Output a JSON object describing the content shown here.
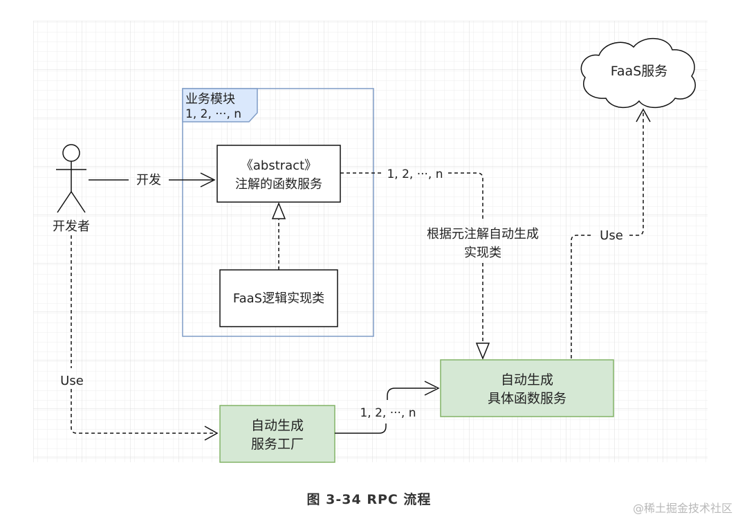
{
  "nodes": {
    "module_box": {
      "title": "业务模块",
      "multiplicity": "1, 2, ···, n"
    },
    "abstract_service": {
      "stereotype": "《abstract》",
      "label": "注解的函数服务"
    },
    "logic_class": {
      "label": "FaaS逻辑实现类"
    },
    "developer": {
      "label": "开发者"
    },
    "faas_cloud": {
      "label": "FaaS服务"
    },
    "concrete_service": {
      "line1": "自动生成",
      "line2": "具体函数服务"
    },
    "service_factory": {
      "line1": "自动生成",
      "line2": "服务工厂"
    }
  },
  "edges": {
    "develop": "开发",
    "abstract_to_concrete": "1, 2, ···, n",
    "generate_note_line1": "根据元注解自动生成",
    "generate_note_line2": "实现类",
    "uses_faas": "Use",
    "developer_uses_factory": "Use",
    "factory_to_concrete": "1, 2, ···, n"
  },
  "caption": "图 3-34 RPC  流程",
  "watermark": "@稀土掘金技术社区",
  "colors": {
    "green_fill": "#d5e8d4",
    "green_stroke": "#82b366",
    "module_stroke": "#6c8ebf",
    "tag_fill": "#dae8fc",
    "grid": "#e6e6e6",
    "line": "#111111"
  }
}
